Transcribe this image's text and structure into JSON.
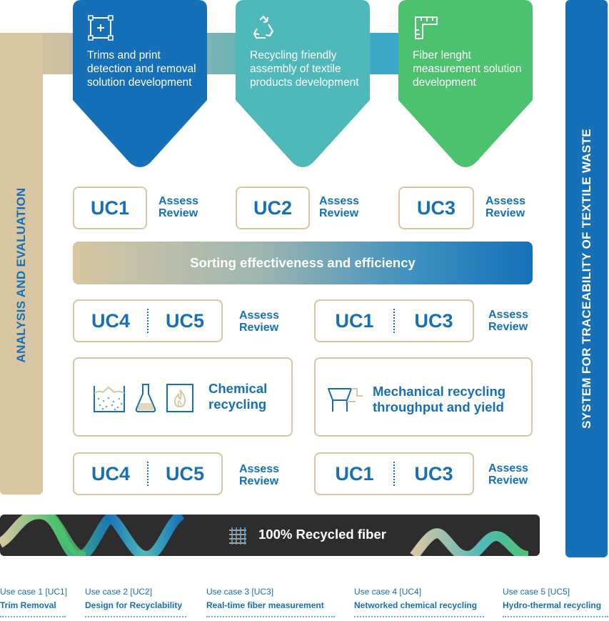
{
  "left_axis_label": "ANALYSIS AND EVALUATION",
  "right_axis_label": "SYSTEM FOR TRACEABILITY OF TEXTILE WASTE",
  "top_cards": [
    {
      "text": "Trims and print detection and removal solution development",
      "color": "#1670b8",
      "icon": "crop-plus-icon"
    },
    {
      "text": "Recycling friendly assembly of textile products development",
      "color": "#4fb9b9",
      "icon": "recycle-icon"
    },
    {
      "text": "Fiber lenght measurement solution development",
      "color": "#4dc26e",
      "icon": "ruler-icon"
    }
  ],
  "assess_review": {
    "line1": "Assess",
    "line2": "Review"
  },
  "uc_row1": [
    {
      "code": "UC1"
    },
    {
      "code": "UC2"
    },
    {
      "code": "UC3"
    }
  ],
  "sorting_bar": "Sorting effectiveness and efficiency",
  "uc_row2": [
    {
      "left": "UC4",
      "right": "UC5"
    },
    {
      "left": "UC1",
      "right": "UC3"
    }
  ],
  "chemical_box": {
    "label_line1": "Chemical",
    "label_line2": "recycling",
    "icons": [
      "sediment-tank-icon",
      "flask-icon",
      "fire-hazard-icon"
    ]
  },
  "mechanical_box": {
    "label_line1": "Mechanical recycling",
    "label_line2": "throughput and yield",
    "icon": "hopper-machine-icon"
  },
  "uc_row3": [
    {
      "left": "UC4",
      "right": "UC5"
    },
    {
      "left": "UC1",
      "right": "UC3"
    }
  ],
  "fiber_bar": {
    "text": "100% Recycled fiber",
    "icon": "woven-fabric-icon"
  },
  "legend": [
    {
      "use_case": "Use case 1 [UC1]",
      "name": "Trim Removal"
    },
    {
      "use_case": "Use case 2 [UC2]",
      "name": "Design for Recyclability"
    },
    {
      "use_case": "Use case 3 [UC3]",
      "name": "Real-time fiber measurement"
    },
    {
      "use_case": "Use case 4 [UC4]",
      "name": "Networked chemical recycling"
    },
    {
      "use_case": "Use case 5 [UC5]",
      "name": "Hydro-thermal recycling"
    }
  ],
  "colors": {
    "primary_blue": "#1670b8",
    "beige": "#d8c6a2",
    "teal": "#4fb9b9",
    "green": "#4dc26e",
    "dark": "#2d2d2e"
  }
}
